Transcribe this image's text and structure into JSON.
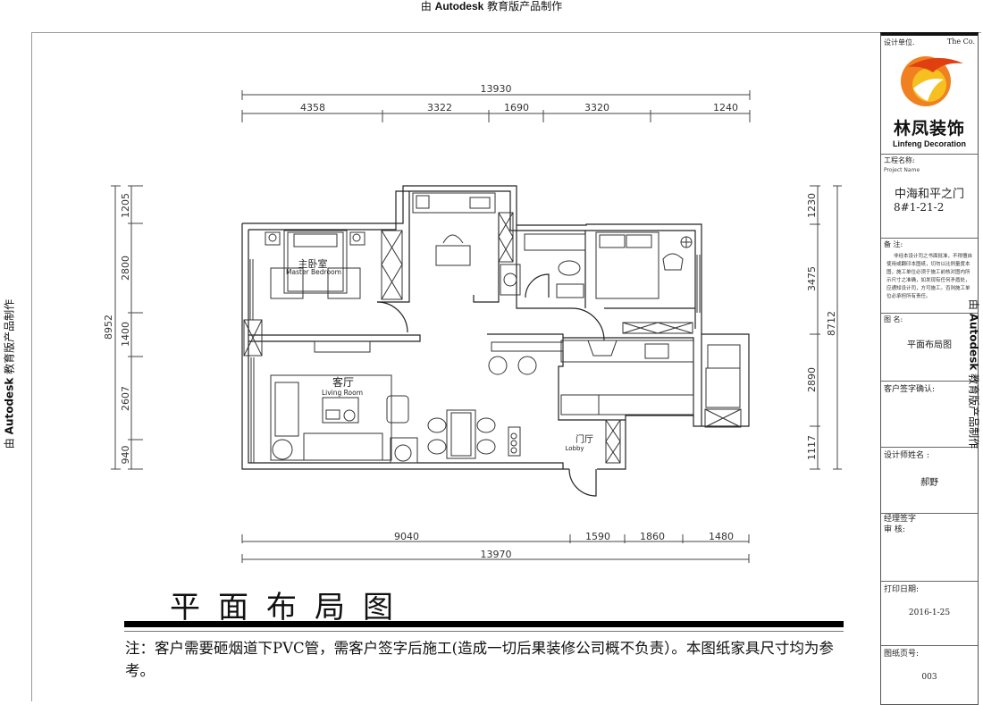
{
  "watermark": {
    "prefix": "由",
    "brand": "Autodesk",
    "suffix": "教育版产品制作"
  },
  "drawing": {
    "title": "平面布局图",
    "note": "注：客户需要砸烟道下PVC管，需客户签字后施工(造成一切后果装修公司概不负责）。本图纸家具尺寸均为参考。",
    "dimensions": {
      "top_total": "13930",
      "top_segments": [
        "4358",
        "3322",
        "1690",
        "3320",
        "1240"
      ],
      "bottom_total": "13970",
      "bottom_segments": [
        "9040",
        "1590",
        "1860",
        "1480"
      ],
      "left_total": "8952",
      "left_segments": [
        "1205",
        "2800",
        "1400",
        "2607",
        "940"
      ],
      "right_total": "8712",
      "right_segments": [
        "1230",
        "3475",
        "2890",
        "1117"
      ]
    },
    "rooms": {
      "master_bedroom_cn": "主卧室",
      "master_bedroom_en": "Master Bedroom",
      "living_room_cn": "客厅",
      "living_room_en": "Living Room",
      "lobby_cn": "门厅",
      "lobby_en": "Lobby"
    }
  },
  "title_block": {
    "design_unit_label": "设计单位.",
    "design_unit_en": "The  Co.",
    "logo_cn": "林凤装饰",
    "logo_en": "Linfeng Decoration",
    "logo_colors": {
      "outer": "#f08020",
      "inner": "#f5c020",
      "accent": "#e04010"
    },
    "project_label": "工程名称:",
    "project_label_en": "Project Name",
    "project_name": "中海和平之门",
    "project_unit": "8#1-21-2",
    "remarks_label": "备  注:",
    "remarks_text": "非经本设计司之书面批准，不得擅自使用或翻印本图纸，切勿以比例量度本图，施工单位必须于施工前核对图内所示尺寸之准确，如发现有任何矛盾处，应通知设计司，方可施工。否则施工单位必承担所有责任。",
    "drawing_name_label": "图  名:",
    "drawing_name": "平面布局图",
    "client_sign_label": "客户签字确认:",
    "designer_label": "设计师姓名 :",
    "designer_name": "郝野",
    "manager_label": "经理签字",
    "review_label": "审  核:",
    "print_date_label": "打印日期:",
    "print_date": "2016-1-25",
    "page_no_label": "图纸页号:",
    "page_no": "003"
  }
}
